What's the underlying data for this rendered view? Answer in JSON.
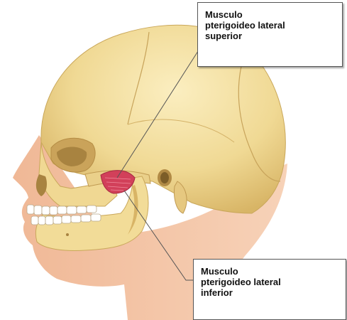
{
  "labels": {
    "superior": [
      "Musculo",
      "pterigoideo lateral",
      "superior"
    ],
    "inferior": [
      "Musculo",
      "pterigoideo lateral",
      "inferior"
    ]
  },
  "colors": {
    "skin": "#f3c3a2",
    "bone": "#f2df9e",
    "bone_shadow": "#d9b96a",
    "muscle": "#d2405a",
    "leader_line": "#555555"
  }
}
